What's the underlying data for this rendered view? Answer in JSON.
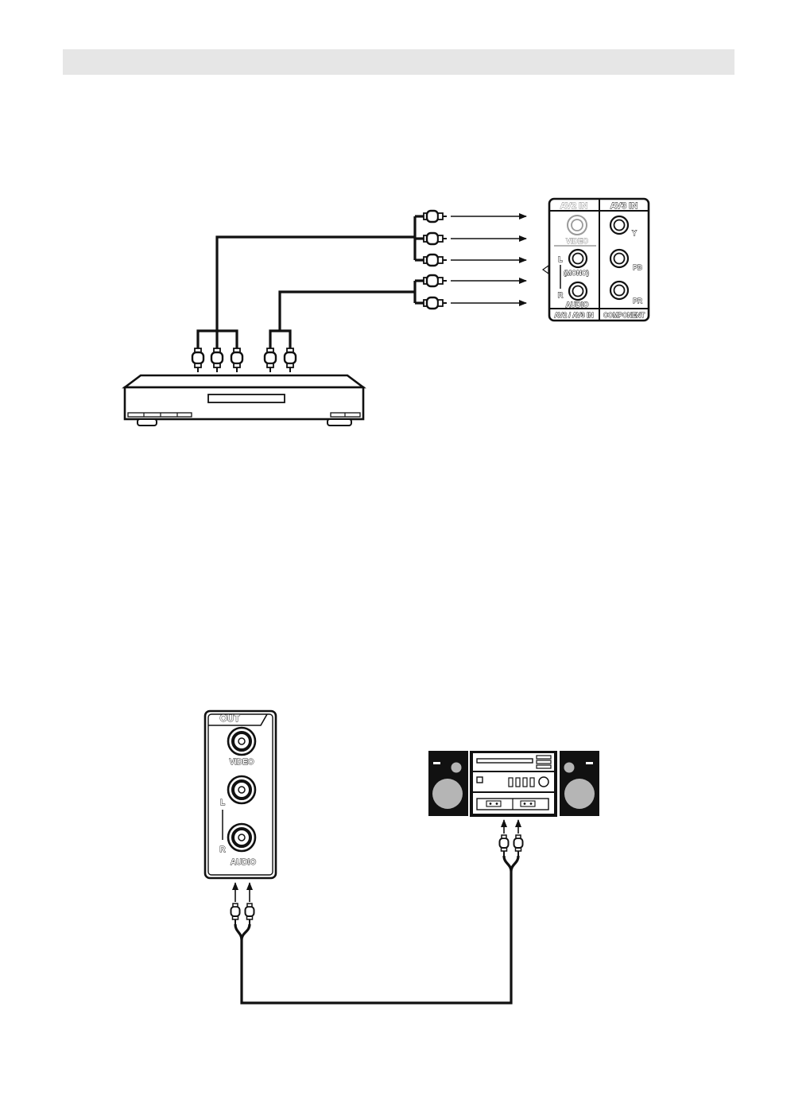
{
  "top_diagram": {
    "panel": {
      "av2_in": "AV2 IN",
      "av3_in": "AV3 IN",
      "video": "VIDEO",
      "l": "L",
      "mono": "(MONO)",
      "r": "R",
      "audio": "AUDIO",
      "y": "Y",
      "pb": "PB",
      "pr": "PR",
      "av2_av3_in": "AV2 / AV3 IN",
      "component": "COMPONENT"
    }
  },
  "bottom_diagram": {
    "out_panel": {
      "out": "OUT",
      "video": "VIDEO",
      "l": "L",
      "r": "R",
      "audio": "AUDIO"
    }
  },
  "colors": {
    "ink": "#111111",
    "header_band": "#e6e6e6",
    "grey_jack": "#9a9a9a",
    "speaker_cone": "#b5b5b5"
  }
}
